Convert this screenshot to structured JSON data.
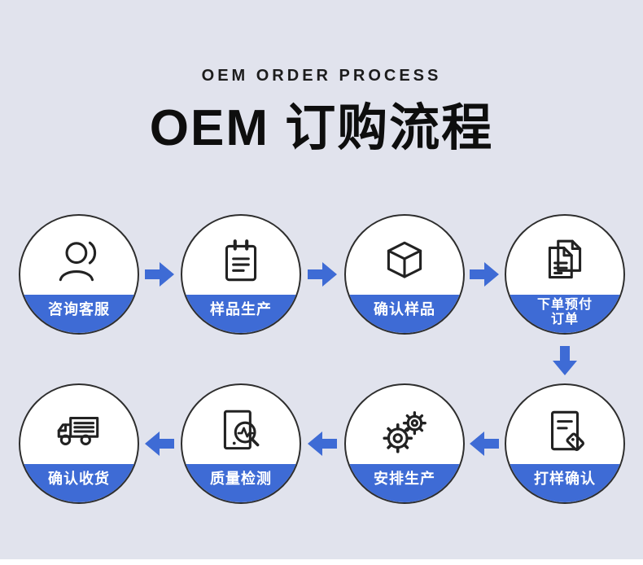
{
  "page": {
    "subtitle": "OEM ORDER PROCESS",
    "title": "OEM 订购流程"
  },
  "colors": {
    "background": "#e1e3ed",
    "accent_blue": "#3e6bd5",
    "circle_fill": "#ffffff",
    "circle_border": "#2e2e2e",
    "icon_stroke": "#222222",
    "title_color": "#0e0e0e",
    "label_text": "#ffffff"
  },
  "steps": [
    {
      "label": "咨询客服",
      "icon": "customer-service-icon"
    },
    {
      "label": "样品生产",
      "icon": "sample-production-icon"
    },
    {
      "label": "确认样品",
      "icon": "confirm-sample-icon"
    },
    {
      "label": "下单预付",
      "label2": "订单",
      "icon": "place-order-icon"
    },
    {
      "label": "打样确认",
      "icon": "proof-confirm-icon"
    },
    {
      "label": "安排生产",
      "icon": "arrange-production-icon"
    },
    {
      "label": "质量检测",
      "icon": "quality-inspection-icon"
    },
    {
      "label": "确认收货",
      "icon": "confirm-receipt-icon"
    }
  ]
}
